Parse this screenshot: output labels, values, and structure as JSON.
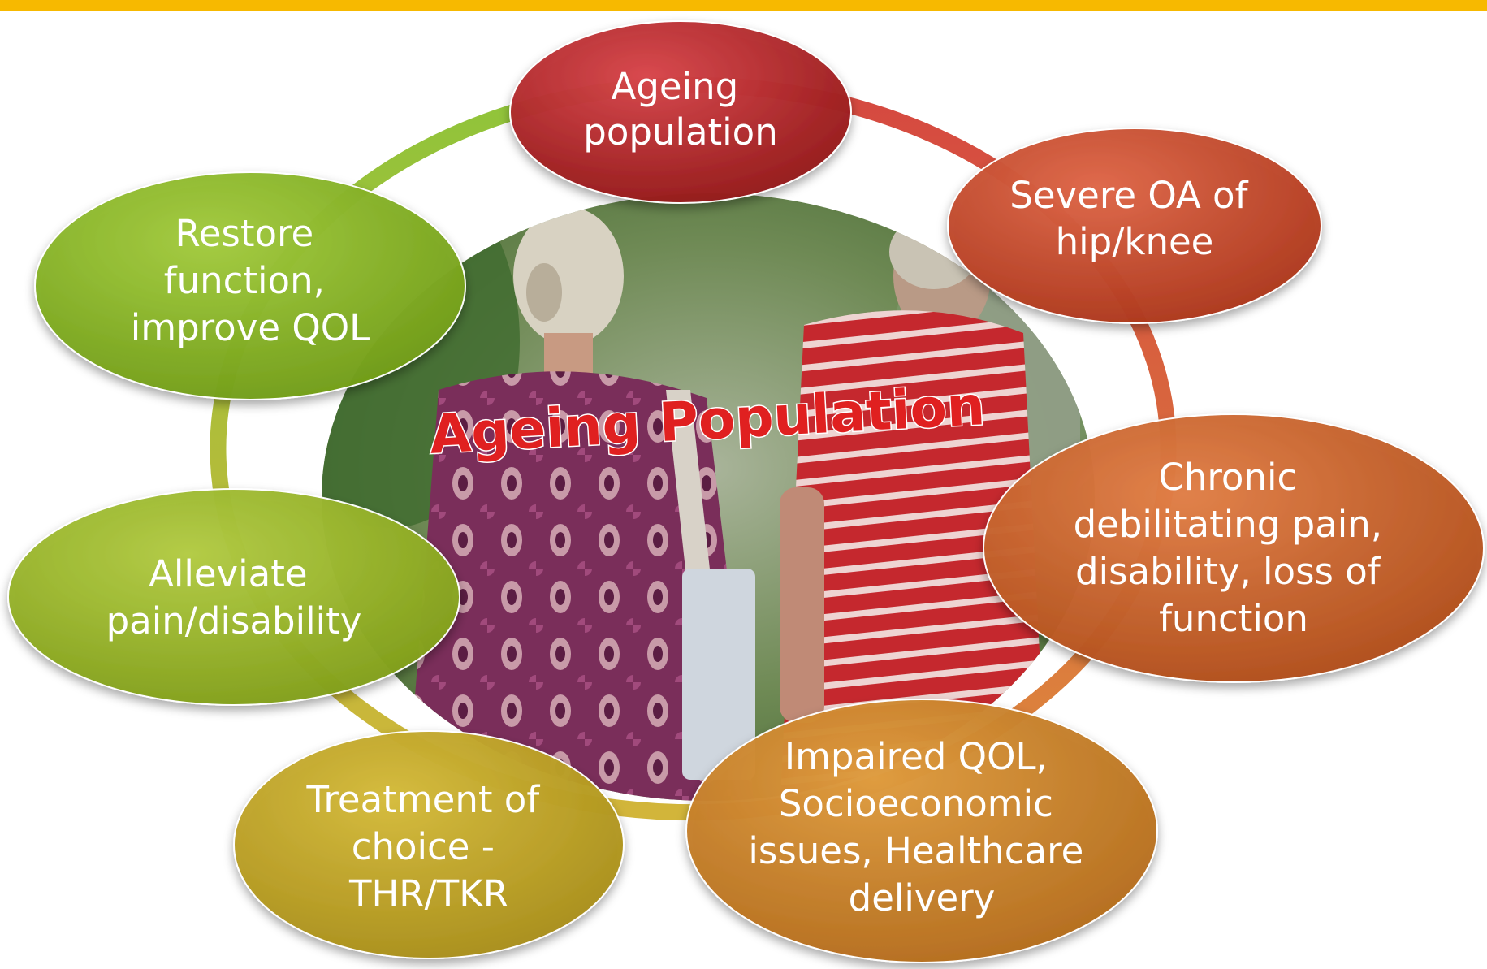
{
  "center_title": "Ageing Population",
  "cycle": [
    {
      "id": "ageing",
      "lines": [
        "Ageing",
        "population"
      ],
      "color_top": "#d9474c",
      "color_bottom": "#8e1414"
    },
    {
      "id": "severe-oa",
      "lines": [
        "Severe OA of",
        "hip/knee"
      ],
      "color_top": "#e0684a",
      "color_bottom": "#a93418"
    },
    {
      "id": "chronic-pain",
      "lines": [
        "Chronic",
        "debilitating pain,",
        "disability, loss  of",
        "function"
      ],
      "color_top": "#e28048",
      "color_bottom": "#ad4a17"
    },
    {
      "id": "impaired-qol",
      "lines": [
        "Impaired QOL,",
        "Socioeconomic",
        "issues, Healthcare",
        "delivery"
      ],
      "color_top": "#e09d40",
      "color_bottom": "#b1691a"
    },
    {
      "id": "treatment",
      "lines": [
        "Treatment of",
        "choice -",
        "THR/TKR"
      ],
      "color_top": "#d6bc3c",
      "color_bottom": "#a68b17"
    },
    {
      "id": "alleviate",
      "lines": [
        "Alleviate",
        "pain/disability"
      ],
      "color_top": "#b4cd45",
      "color_bottom": "#7e9c16"
    },
    {
      "id": "restore",
      "lines": [
        "Restore",
        "function,",
        "improve QOL"
      ],
      "color_top": "#a4cd40",
      "color_bottom": "#6e9a14"
    }
  ],
  "colors": {
    "accent_bar": "#f7b900",
    "title_fill": "#e02020",
    "title_outline": "#ffffff"
  },
  "photo_description_icon": "elderly-couple-photo"
}
